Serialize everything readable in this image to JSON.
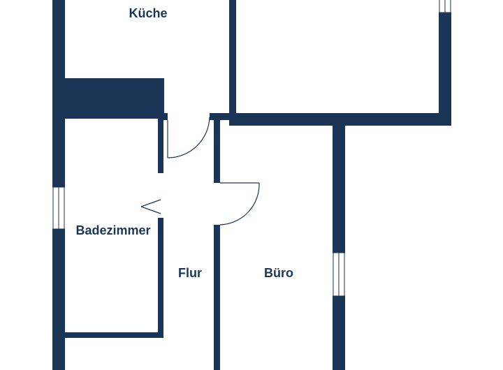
{
  "colors": {
    "wall": "#1b3556",
    "background": "#ffffff"
  },
  "rooms": {
    "kitchen": "Küche",
    "bathroom": "Badezimmer",
    "hallway": "Flur",
    "office": "Büro"
  }
}
